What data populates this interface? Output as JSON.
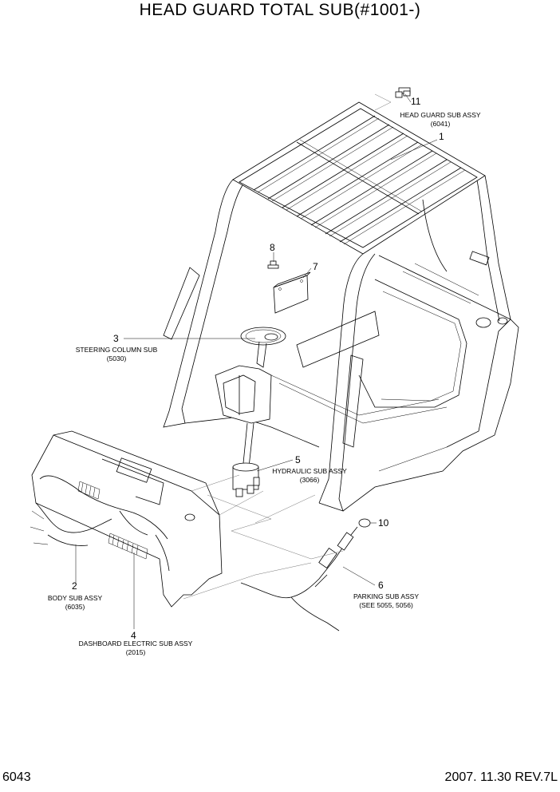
{
  "title": "HEAD GUARD TOTAL SUB(#1001-)",
  "page_number": "6043",
  "revision": "2007. 11.30 REV.7L",
  "callouts": [
    {
      "num": "1",
      "line1": "",
      "line2": ""
    },
    {
      "num": "2",
      "line1": "BODY SUB ASSY",
      "line2": "(6035)"
    },
    {
      "num": "3",
      "line1": "STEERING COLUMN SUB",
      "line2": "(5030)"
    },
    {
      "num": "4",
      "line1": "DASHBOARD ELECTRIC SUB ASSY",
      "line2": "(2015)"
    },
    {
      "num": "5",
      "line1": "HYDRAULIC SUB ASSY",
      "line2": "(3066)"
    },
    {
      "num": "6",
      "line1": "PARKING SUB ASSY",
      "line2": "(SEE 5055, 5056)"
    },
    {
      "num": "7",
      "line1": "",
      "line2": ""
    },
    {
      "num": "8",
      "line1": "",
      "line2": ""
    },
    {
      "num": "10",
      "line1": "",
      "line2": ""
    },
    {
      "num": "11",
      "line1": "HEAD GUARD SUB ASSY",
      "line2": "(6041)"
    }
  ]
}
